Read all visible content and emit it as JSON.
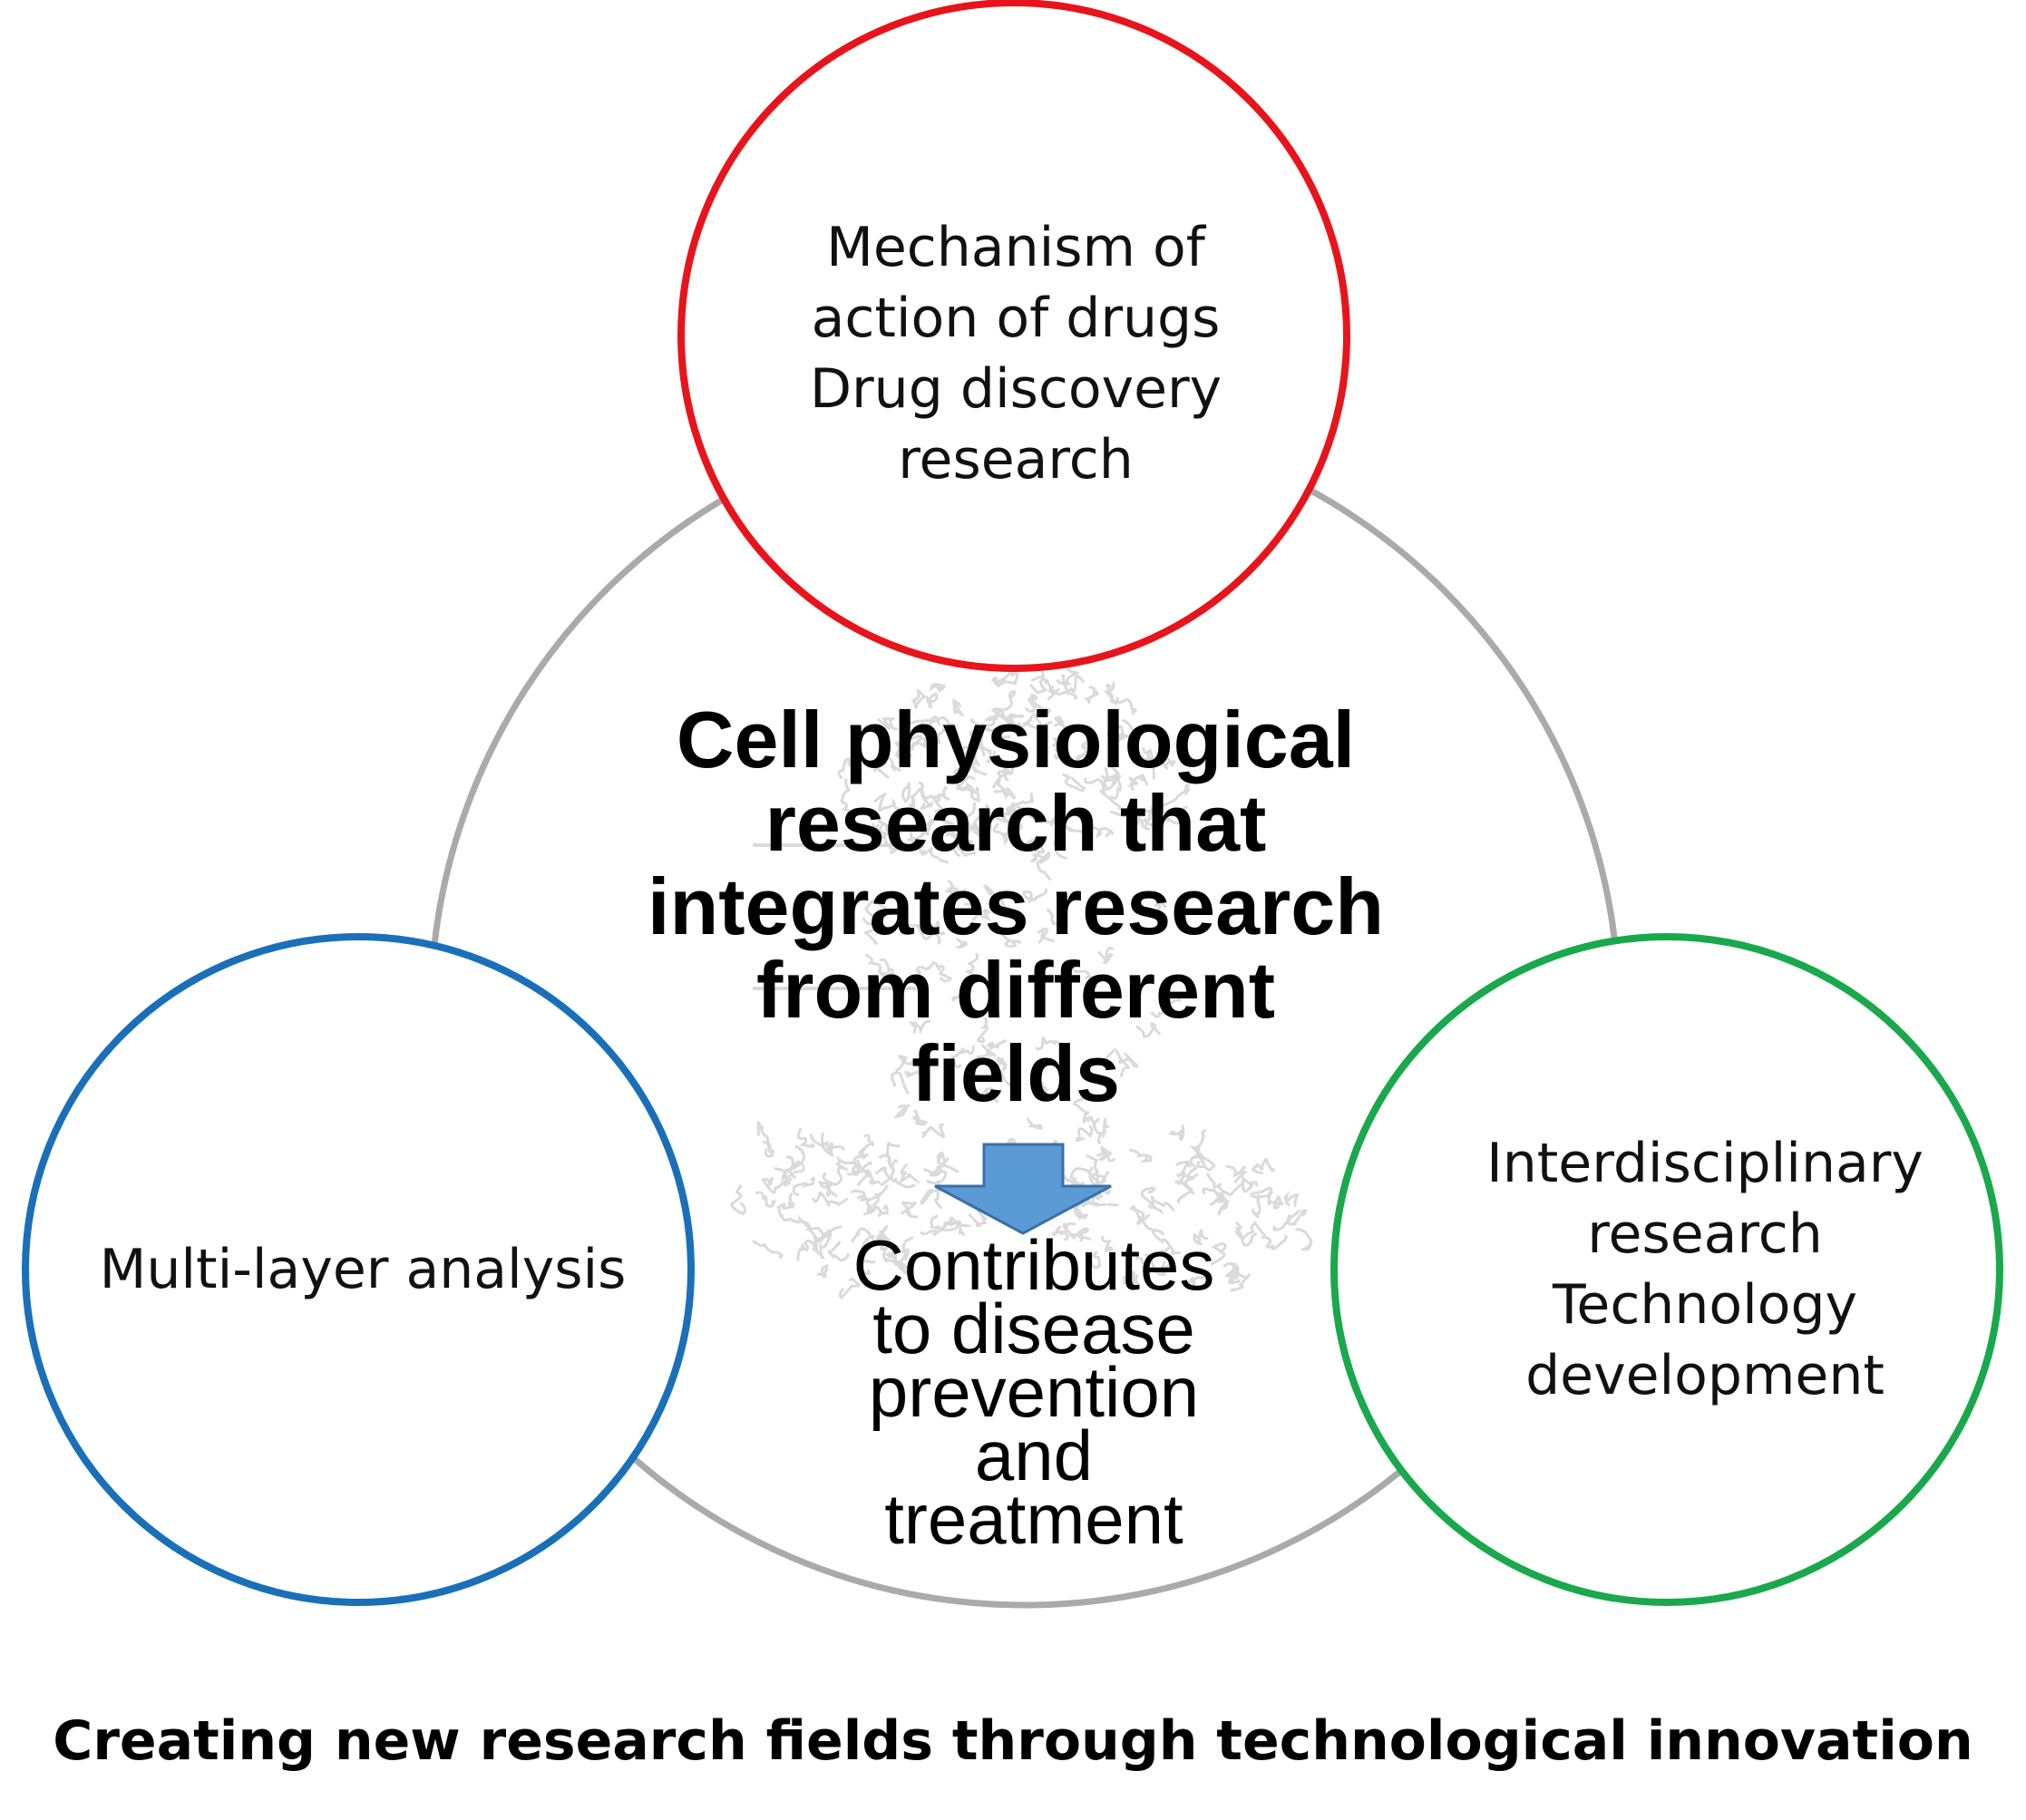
{
  "colors": {
    "main_circle": "#aaaaaa",
    "top_circle": "#e8141b",
    "left_circle": "#1a70b8",
    "right_circle": "#1aa84c",
    "arrow_fill": "#5b9bd5",
    "arrow_stroke": "#3a70a8",
    "protein_watermark": "#bdbdbd"
  },
  "top_circle": {
    "lines": [
      "Mechanism of",
      "action of drugs",
      "Drug discovery",
      "research"
    ]
  },
  "left_circle": {
    "lines": [
      "Multi-layer analysis"
    ]
  },
  "right_circle": {
    "lines": [
      "Interdisciplinary",
      "research",
      "Technology",
      "development"
    ]
  },
  "center": {
    "title_lines": [
      "Cell physiological",
      "research that",
      "integrates research",
      "from different",
      "fields"
    ],
    "arrow_icon": "down-arrow-icon",
    "contribution_lines": [
      "Contributes",
      "to disease",
      "prevention",
      "and",
      "treatment"
    ]
  },
  "footer": {
    "caption": "Creating new research fields through technological innovation"
  }
}
